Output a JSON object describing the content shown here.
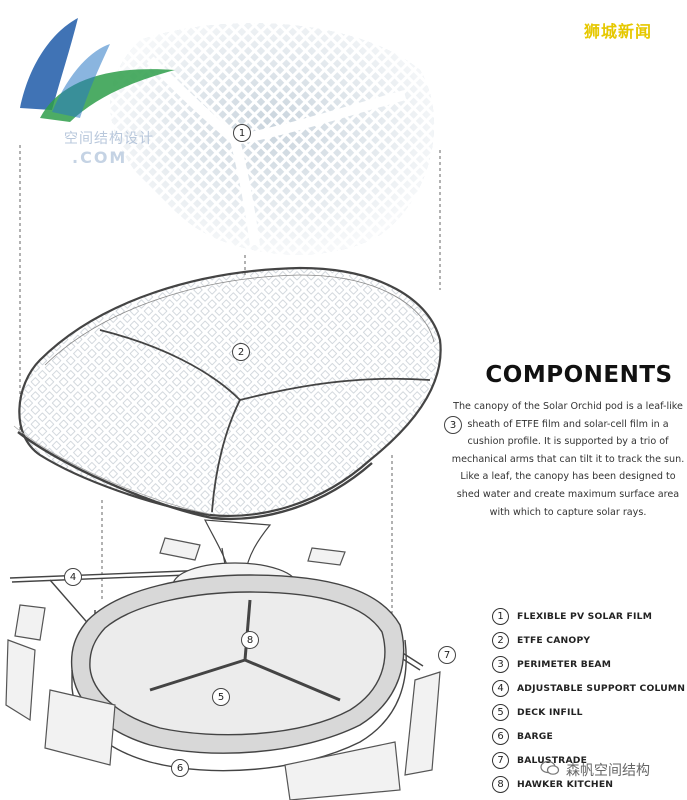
{
  "watermark_top": "狮城新闻",
  "watermark_site": "空间结构设计",
  "watermark_site_domain": ".COM",
  "watermark_bottom": "空间结构",
  "watermark_bottom_prefix": "森帆",
  "heading": "COMPONENTS",
  "description": "The canopy of the Solar Orchid pod is a leaf-like sheath of ETFE film and solar-cell film in a cushion profile. It is supported by a trio of mechanical arms that can tilt it to track the sun. Like a leaf, the canopy has been designed to shed water and create maximum surface area with which to capture solar rays.",
  "legend": [
    {
      "num": "1",
      "label": "FLEXIBLE PV SOLAR FILM"
    },
    {
      "num": "2",
      "label": "ETFE CANOPY"
    },
    {
      "num": "3",
      "label": "PERIMETER BEAM"
    },
    {
      "num": "4",
      "label": "ADJUSTABLE SUPPORT COLUMN"
    },
    {
      "num": "5",
      "label": "DECK INFILL"
    },
    {
      "num": "6",
      "label": "BARGE"
    },
    {
      "num": "7",
      "label": "BALUSTRADE"
    },
    {
      "num": "8",
      "label": "HAWKER KITCHEN"
    }
  ],
  "callouts": [
    "1",
    "2",
    "3",
    "4",
    "5",
    "6",
    "7",
    "8"
  ],
  "colors": {
    "logo_blue": "#1f5aa8",
    "logo_green": "#2e9d4a",
    "watermark_yellow": "#e6c800",
    "line": "#333333"
  }
}
